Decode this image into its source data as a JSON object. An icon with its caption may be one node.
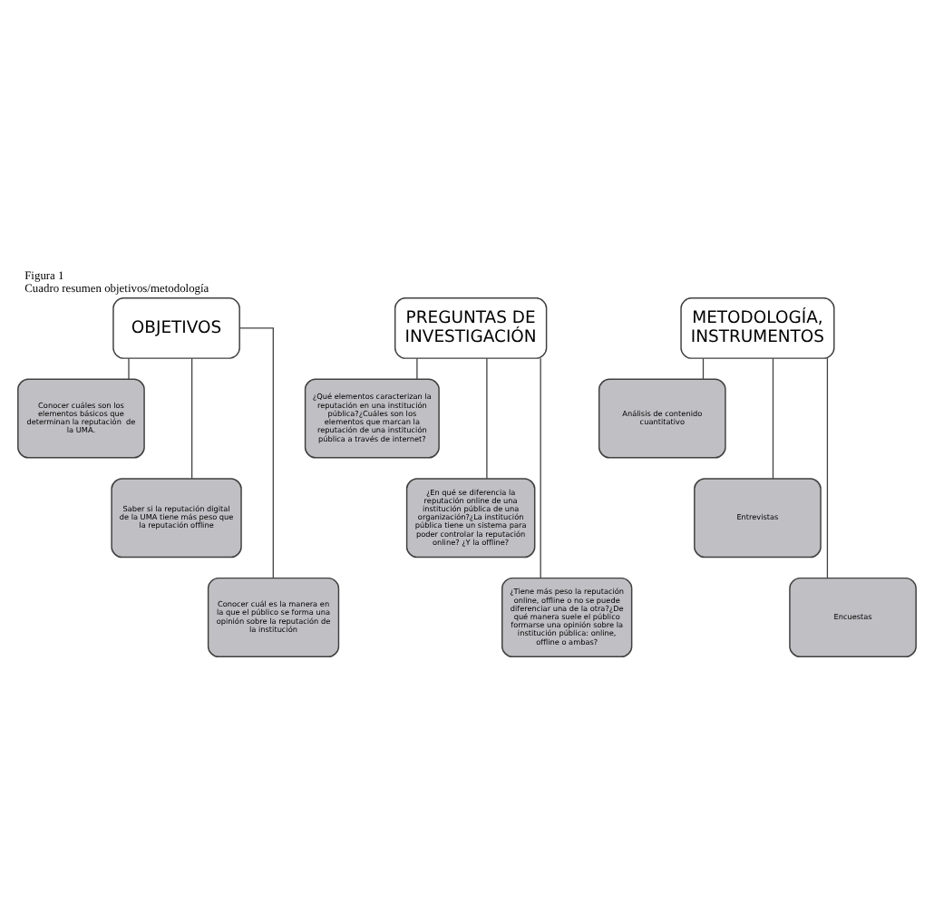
{
  "diagram": {
    "title": "Figura 1",
    "caption": "Cuadro resumen objetivos/metodología",
    "nodes": [
      {
        "text": [
          "OBJETIVOS"
        ]
      },
      {
        "text": [
          "Conocer cuáles son los elementos básicos que determinan la reputación  de la UMA."
        ]
      },
      {
        "text": [
          "Saber si la reputación digital de la UMA tiene más peso que la reputación offline"
        ]
      },
      {
        "text": [
          "Conocer cuál es la manera en la que el público se forma una opinión sobre la reputación de la institución"
        ]
      },
      {
        "text": [
          "PREGUNTAS DE INVESTIGACIÓN"
        ]
      },
      {
        "text": [
          "¿Qué elementos caracterizan la reputación en una institución pública?¿Cuáles son los elementos que marcan la reputación de una institución pública a través de internet?"
        ]
      },
      {
        "text": [
          "¿En qué se diferencia la reputación online de una institución pública de una organización?¿La institución pública tiene un sistema para poder controlar la reputación online? ¿Y la offline?"
        ]
      },
      {
        "text": [
          "¿Tiene más peso la reputación online, offline o no se puede diferenciar una de la otra?¿De qué manera suele el público formarse una opinión sobre la institución pública: online, offline o ambas?"
        ]
      },
      {
        "text": [
          "METODOLOGÍA, INSTRUMENTOS"
        ]
      },
      {
        "text": [
          "Análisis de contenido cuantitativo"
        ]
      },
      {
        "text": [
          "Entrevistas"
        ]
      },
      {
        "text": [
          "Encuestas"
        ]
      }
    ],
    "edges": [
      {
        "from": 0,
        "to": 1,
        "arrow": "none"
      },
      {
        "from": 0,
        "to": 2,
        "arrow": "none"
      },
      {
        "from": 0,
        "to": 3,
        "arrow": "none"
      },
      {
        "from": 4,
        "to": 5,
        "arrow": "none"
      },
      {
        "from": 4,
        "to": 6,
        "arrow": "none"
      },
      {
        "from": 4,
        "to": 7,
        "arrow": "none"
      },
      {
        "from": 8,
        "to": 9,
        "arrow": "none"
      },
      {
        "from": 8,
        "to": 10,
        "arrow": "none"
      },
      {
        "from": 8,
        "to": 11,
        "arrow": "none"
      }
    ]
  }
}
